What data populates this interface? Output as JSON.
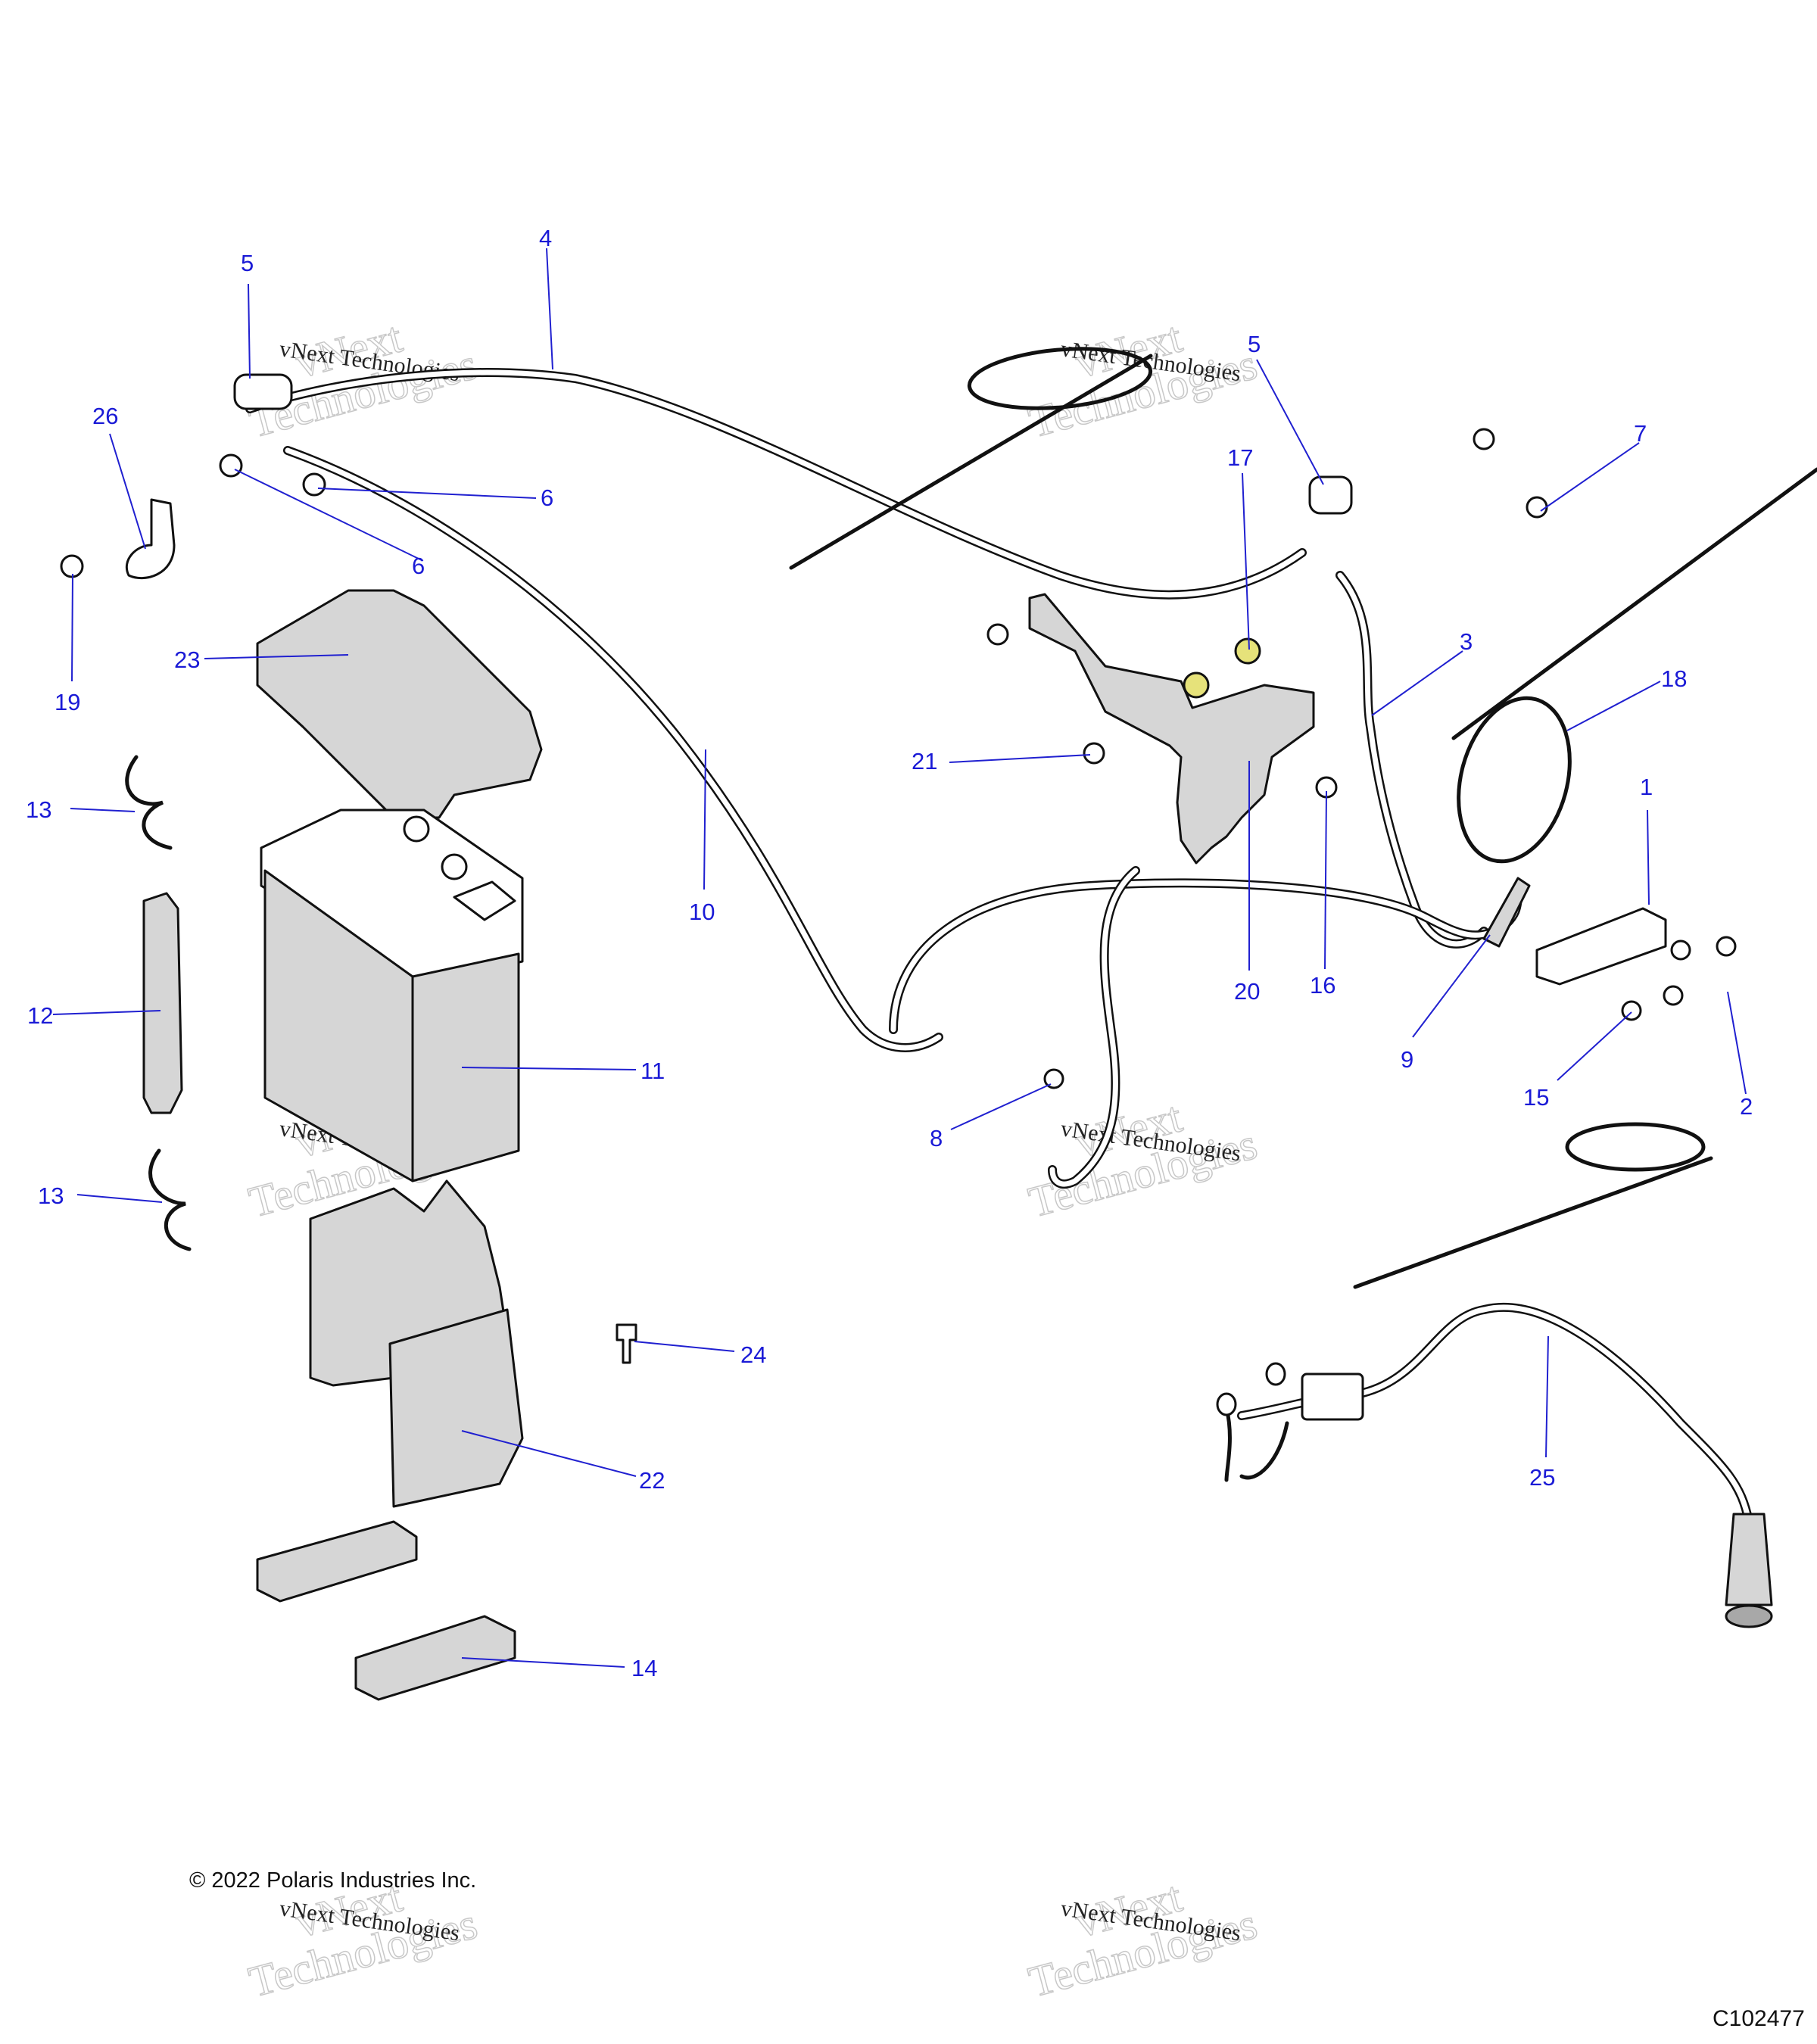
{
  "diagram": {
    "copyright": "© 2022 Polaris Industries Inc.",
    "figure_id": "C102477",
    "watermark": {
      "line1": "vNext",
      "line2": "Technologies",
      "small": "vNext Technologies"
    },
    "callouts": [
      "1",
      "2",
      "3",
      "4",
      "5",
      "5",
      "6",
      "6",
      "7",
      "8",
      "9",
      "10",
      "11",
      "12",
      "13",
      "13",
      "14",
      "15",
      "16",
      "17",
      "18",
      "19",
      "20",
      "21",
      "22",
      "23",
      "24",
      "25",
      "26"
    ]
  }
}
